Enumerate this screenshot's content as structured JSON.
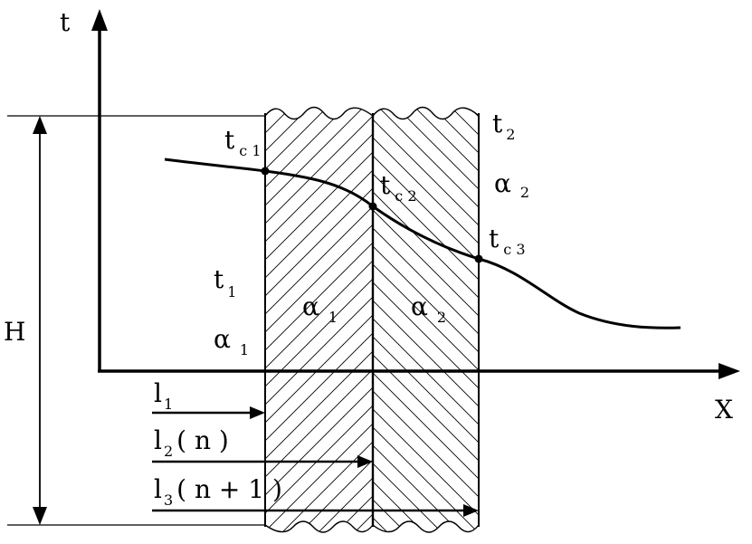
{
  "axes": {
    "vertical": "t",
    "horizontal": "X",
    "height": "H"
  },
  "wall_points": {
    "tc1": {
      "main": "t",
      "sub": "c 1"
    },
    "tc2": {
      "main": "t",
      "sub": "c 2"
    },
    "tc3": {
      "main": "t",
      "sub": "c 3"
    }
  },
  "left_medium": {
    "t": {
      "main": "t",
      "sub": "1"
    },
    "alpha": {
      "main": "α",
      "sub": "1"
    }
  },
  "right_medium": {
    "t": {
      "main": "t",
      "sub": "2"
    },
    "alpha": {
      "main": "α",
      "sub": "2"
    }
  },
  "layers": {
    "layer1": {
      "main": "α",
      "sub": "1"
    },
    "layer2": {
      "main": "α",
      "sub": "2"
    }
  },
  "lengths": {
    "l1": {
      "main": "l",
      "sub": "1",
      "suffix": ""
    },
    "l2": {
      "main": "l",
      "sub": "2",
      "suffix": "( n )"
    },
    "l3": {
      "main": "l",
      "sub": "3",
      "suffix": "( n + 1 )"
    }
  }
}
